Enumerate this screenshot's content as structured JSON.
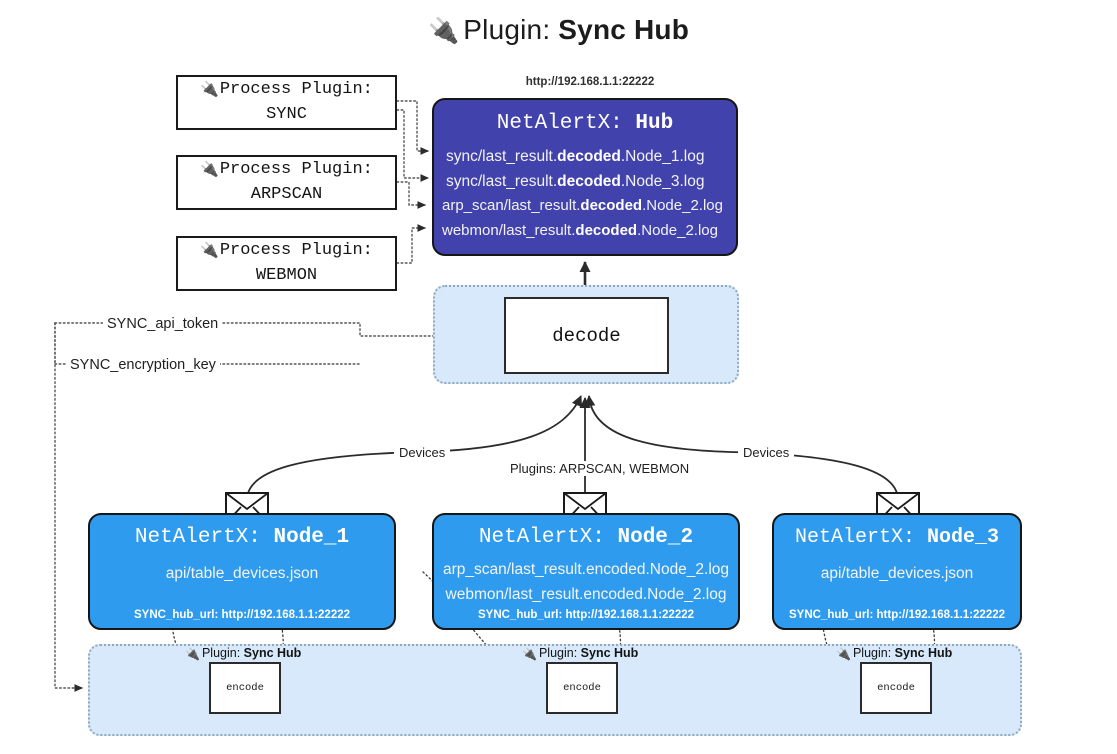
{
  "title": {
    "icon": "plug-icon",
    "prefix": "Plugin:",
    "name": "Sync Hub"
  },
  "process_plugins": [
    {
      "icon": "plug-icon",
      "line1": "Process Plugin:",
      "line2": "SYNC"
    },
    {
      "icon": "plug-icon",
      "line1": "Process Plugin:",
      "line2": "ARPSCAN"
    },
    {
      "icon": "plug-icon",
      "line1": "Process Plugin:",
      "line2": "WEBMON"
    }
  ],
  "hub": {
    "url_label": "http://192.168.1.1:22222",
    "title_prefix": "NetAlertX:",
    "title_name": "Hub",
    "logs": [
      {
        "pre": "sync/last_result.",
        "em": "decoded",
        "post": ".Node_1.log"
      },
      {
        "pre": "sync/last_result.",
        "em": "decoded",
        "post": ".Node_3.log"
      },
      {
        "pre": "arp_scan/last_result.",
        "em": "decoded",
        "post": ".Node_2.log"
      },
      {
        "pre": "webmon/last_result.",
        "em": "decoded",
        "post": ".Node_2.log"
      }
    ]
  },
  "decode": {
    "label": "decode"
  },
  "secrets": {
    "api_token": "SYNC_api_token",
    "encryption_key": "SYNC_encryption_key"
  },
  "edge_labels": {
    "devices_left": "Devices",
    "devices_right": "Devices",
    "plugins_mid": "Plugins: ARPSCAN, WEBMON"
  },
  "nodes": [
    {
      "title_prefix": "NetAlertX:",
      "title_name": "Node_1",
      "lines": [
        "api/table_devices.json"
      ],
      "footer": "SYNC_hub_url: http://192.168.1.1:22222",
      "envelope_icon": "envelope-icon"
    },
    {
      "title_prefix": "NetAlertX:",
      "title_name": "Node_2",
      "lines": [
        "arp_scan/last_result.encoded.Node_2.log",
        "webmon/last_result.encoded.Node_2.log"
      ],
      "footer": "SYNC_hub_url: http://192.168.1.1:22222",
      "envelope_icon": "envelope-icon"
    },
    {
      "title_prefix": "NetAlertX:",
      "title_name": "Node_3",
      "lines": [
        "api/table_devices.json"
      ],
      "footer": "SYNC_hub_url: http://192.168.1.1:22222",
      "envelope_icon": "envelope-icon"
    }
  ],
  "encoders": [
    {
      "icon": "plug-icon",
      "prefix": "Plugin:",
      "name": "Sync Hub",
      "box_label": "encode"
    },
    {
      "icon": "plug-icon",
      "prefix": "Plugin:",
      "name": "Sync Hub",
      "box_label": "encode"
    },
    {
      "icon": "plug-icon",
      "prefix": "Plugin:",
      "name": "Sync Hub",
      "box_label": "encode"
    }
  ],
  "colors": {
    "hub_fill": "#4242ad",
    "node_fill": "#2e9bee",
    "region_fill": "#d7e9fb",
    "stroke": "#161616",
    "dotted_stroke": "#8fa8bd",
    "background": "#ffffff"
  }
}
